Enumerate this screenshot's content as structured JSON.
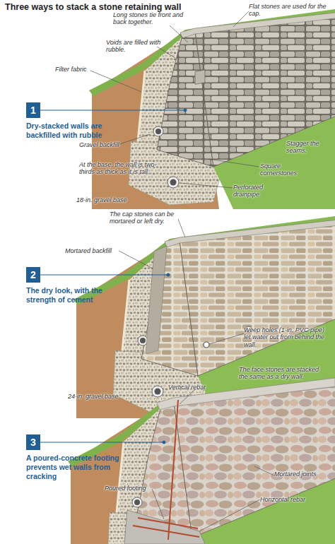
{
  "diagram": {
    "title": "Three ways to stack a stone retaining wall",
    "nodes": [
      {
        "text": [
          "1",
          "Dry-stacked walls are backfilled with rubble"
        ]
      },
      {
        "text": [
          "2",
          "The dry look, with the strength of cement"
        ]
      },
      {
        "text": [
          "3",
          "A poured-concrete footing prevents wet walls from cracking"
        ]
      }
    ],
    "labels": [
      "Flat stones are used for the cap.",
      "Long stones tie front and back together.",
      "Voids are filled with rubble.",
      "Filter fabric",
      "Stagger the seams.",
      "Gravel backfill",
      "Square cornerstones",
      "At the base, the wall is two-thirds as thick as it is tall.",
      "Perforated drainpipe",
      "18-in. gravel base",
      "The cap stones can be mortared or left dry.",
      "Mortared backfill",
      "Weep holes (1-in. PVC pipe) let water out from behind the wall.",
      "The face stones are stacked the same as a dry wall.",
      "24-in. gravel base",
      "Vertical rebar",
      "Mortared joints",
      "Poured footing",
      "Horizontal rebar"
    ]
  }
}
